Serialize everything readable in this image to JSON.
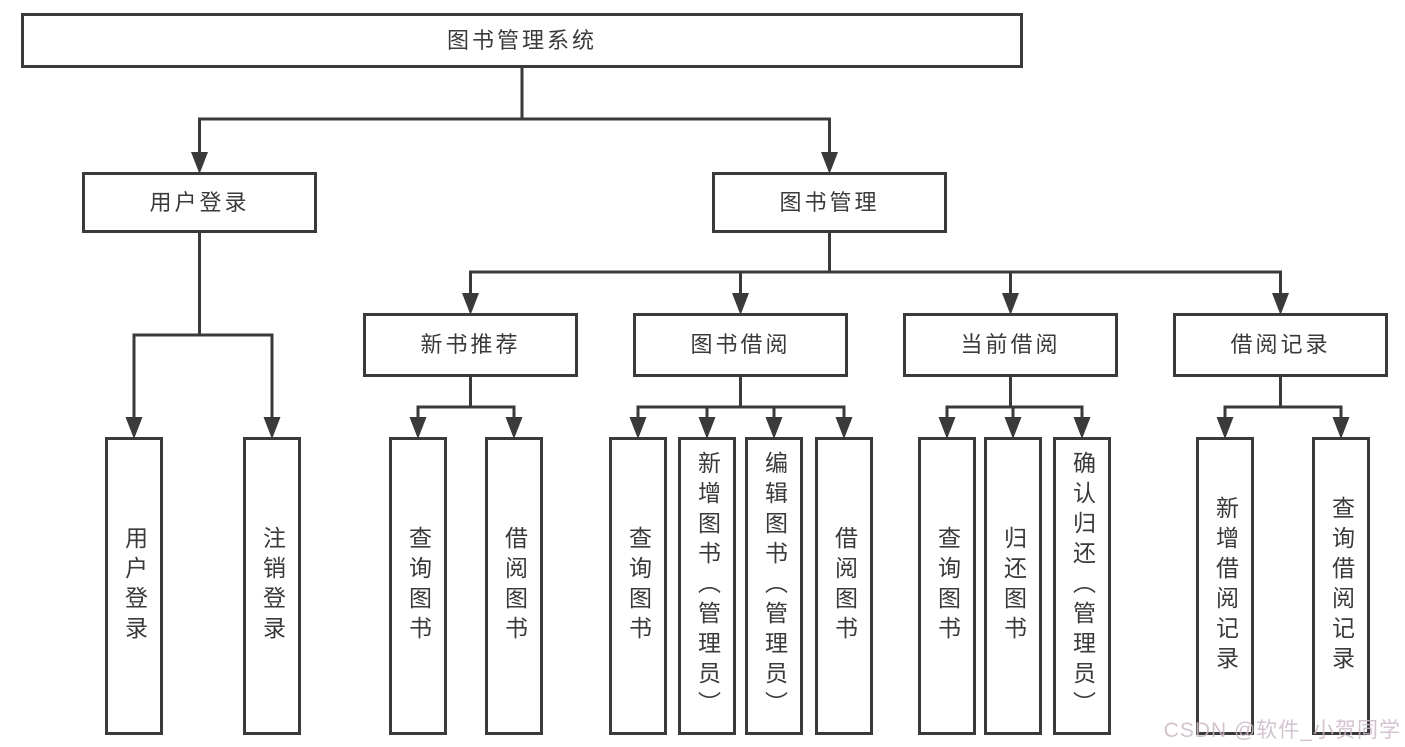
{
  "diagram": {
    "root": {
      "id": "root",
      "label": "图书管理系统",
      "children": [
        {
          "id": "login",
          "label": "用户登录",
          "children": [
            {
              "id": "login-user",
              "label": "用户登录"
            },
            {
              "id": "login-logout",
              "label": "注销登录"
            }
          ]
        },
        {
          "id": "mgmt",
          "label": "图书管理",
          "children": [
            {
              "id": "rec",
              "label": "新书推荐",
              "children": [
                {
                  "id": "rec-query",
                  "label": "查询图书"
                },
                {
                  "id": "rec-borrow",
                  "label": "借阅图书"
                }
              ]
            },
            {
              "id": "borrow",
              "label": "图书借阅",
              "children": [
                {
                  "id": "borrow-query",
                  "label": "查询图书"
                },
                {
                  "id": "borrow-add",
                  "label": "新增图书（管理员）"
                },
                {
                  "id": "borrow-edit",
                  "label": "编辑图书（管理员）"
                },
                {
                  "id": "borrow-lend",
                  "label": "借阅图书"
                }
              ]
            },
            {
              "id": "current",
              "label": "当前借阅",
              "children": [
                {
                  "id": "current-query",
                  "label": "查询图书"
                },
                {
                  "id": "current-return",
                  "label": "归还图书"
                },
                {
                  "id": "current-confirm",
                  "label": "确认归还（管理员）"
                }
              ]
            },
            {
              "id": "records",
              "label": "借阅记录",
              "children": [
                {
                  "id": "records-add",
                  "label": "新增借阅记录"
                },
                {
                  "id": "records-query",
                  "label": "查询借阅记录"
                }
              ]
            }
          ]
        }
      ]
    }
  },
  "watermark": "CSDN @软件_小贺同学",
  "colors": {
    "line": "#3a3a3a",
    "text": "#3a3a3a",
    "watermark": "#ccb9c6",
    "background": "#ffffff"
  }
}
